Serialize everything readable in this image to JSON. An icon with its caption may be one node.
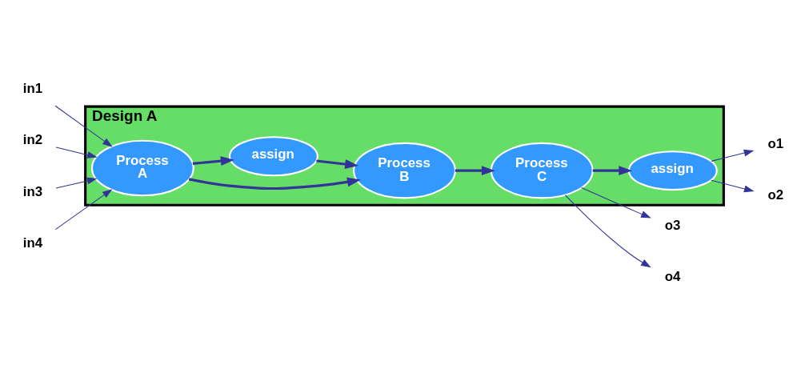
{
  "diagram": {
    "nodes": [
      {
        "text": [
          "Design A"
        ]
      },
      {
        "text": [
          "in1"
        ]
      },
      {
        "text": [
          "in2"
        ]
      },
      {
        "text": [
          "in3"
        ]
      },
      {
        "text": [
          "in4"
        ]
      },
      {
        "text": [
          "Process A"
        ],
        "in": 0
      },
      {
        "text": [
          "Process B"
        ],
        "in": 0
      },
      {
        "text": [
          "assign"
        ],
        "in": 0
      },
      {
        "text": [
          "assign"
        ],
        "in": 0
      },
      {
        "text": [
          "Process C"
        ],
        "in": 0
      },
      {
        "text": [
          "o1"
        ]
      },
      {
        "text": [
          "o2"
        ]
      },
      {
        "text": [
          "o3"
        ]
      },
      {
        "text": [
          "o4"
        ]
      }
    ],
    "edges": [
      {
        "from": 1,
        "to": 5,
        "arrow": "to"
      },
      {
        "from": 2,
        "to": 5,
        "arrow": "to"
      },
      {
        "from": 3,
        "to": 5,
        "arrow": "to"
      },
      {
        "from": 4,
        "to": 5,
        "arrow": "to"
      },
      {
        "from": 5,
        "to": 6,
        "arrow": "to",
        "style": "thick"
      },
      {
        "from": 5,
        "to": 7,
        "arrow": "to",
        "style": "thick"
      },
      {
        "from": 7,
        "to": 6,
        "arrow": "to",
        "style": "thick"
      },
      {
        "from": 6,
        "to": 9,
        "arrow": "to",
        "style": "thick"
      },
      {
        "from": 9,
        "to": 8,
        "arrow": "to",
        "style": "thick"
      },
      {
        "from": 8,
        "to": 10,
        "arrow": "to"
      },
      {
        "from": 8,
        "to": 11,
        "arrow": "to"
      },
      {
        "from": 9,
        "to": 12,
        "arrow": "to"
      },
      {
        "from": 9,
        "to": 13,
        "arrow": "to"
      }
    ]
  }
}
